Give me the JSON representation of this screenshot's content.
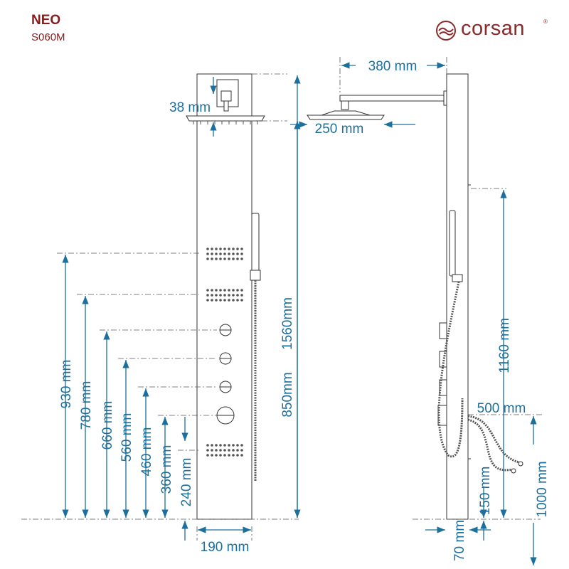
{
  "product": {
    "name": "NEO",
    "code": "S060M"
  },
  "brand": {
    "name": "corsan",
    "registered_mark": "®",
    "logo_icon": "corsan-wave-logo-icon",
    "color": "#8b2a2a"
  },
  "colors": {
    "dimension": "#1d6f9c",
    "outline": "#333333",
    "title": "#8b1b1b"
  },
  "front_view": {
    "shower_head_offset": "38 mm",
    "panel_height": "1560mm",
    "rainshower_outlet": "850mm",
    "body_jet_top": "930 mm",
    "body_jet_middle": "780 mm",
    "knob_1": "660 mm",
    "knob_2": "560 mm",
    "knob_3": "460 mm",
    "knob_4": "360 mm",
    "body_jet_bottom": "240 mm",
    "panel_width": "190 mm"
  },
  "side_view": {
    "arm_length": "380 mm",
    "head_diameter": "250 mm",
    "hand_shower_holder": "1160 mm",
    "hose_length": "500 mm",
    "inlet_height": "150 mm",
    "panel_depth": "70 mm",
    "connection_height": "1000 mm"
  }
}
